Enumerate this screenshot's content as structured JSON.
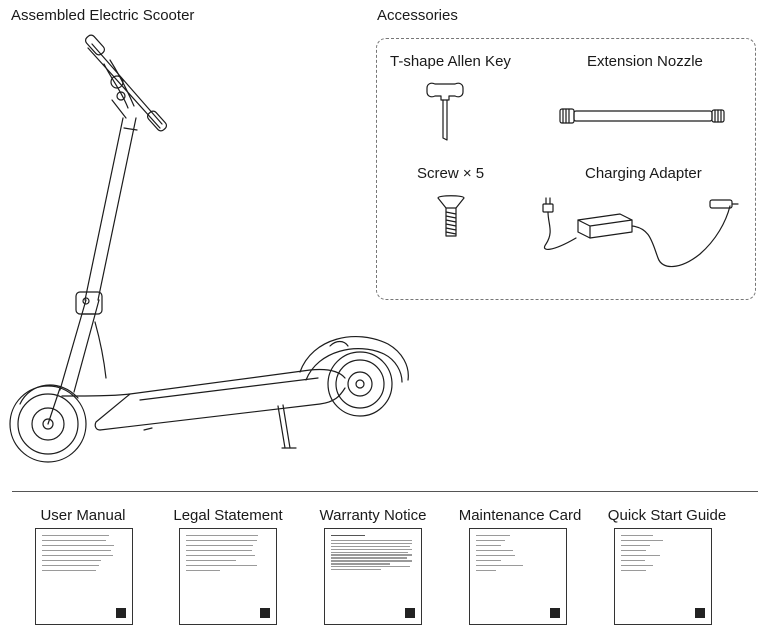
{
  "scooter": {
    "title": "Assembled Electric Scooter"
  },
  "accessories": {
    "title": "Accessories",
    "items": [
      {
        "label": "T-shape Allen Key",
        "icon": "allen-key-icon"
      },
      {
        "label": "Extension Nozzle",
        "icon": "extension-nozzle-icon"
      },
      {
        "label": "Screw × 5",
        "icon": "screw-icon"
      },
      {
        "label": "Charging Adapter",
        "icon": "charging-adapter-icon"
      }
    ]
  },
  "documents": [
    {
      "title": "User Manual"
    },
    {
      "title": "Legal Statement"
    },
    {
      "title": "Warranty Notice"
    },
    {
      "title": "Maintenance Card"
    },
    {
      "title": "Quick Start Guide"
    }
  ]
}
